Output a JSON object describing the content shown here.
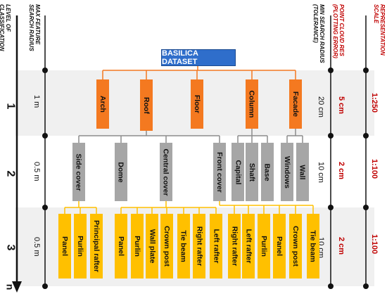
{
  "headers": {
    "level": "LEVEL OF CLASSIFICATION",
    "max_radius": "MAX FEATURE SEARCH RADIUS",
    "min_radius": "MIN SEARCH RADIUS (TOLERANCE)",
    "point_cloud": "POINT CLOUD RES (PLOTTING ERROR)",
    "scale": "REPRESENTATION SCALE"
  },
  "root": "BASILICA DATASET",
  "levels": [
    {
      "number": "1",
      "max_radius": "1 m",
      "min_radius": "20 cm",
      "point_cloud": "5 cm",
      "scale": "1:250"
    },
    {
      "number": "2",
      "max_radius": "0.5 m",
      "min_radius": "10 cm",
      "point_cloud": "2 cm",
      "scale": "1:100"
    },
    {
      "number": "3",
      "max_radius": "0.5 m",
      "min_radius": "10 cm",
      "point_cloud": "2 cm",
      "scale": "1:100"
    }
  ],
  "level_n": "n",
  "level1_nodes": [
    "Arch",
    "Roof",
    "Floor",
    "Column",
    "Facade"
  ],
  "level2_nodes": [
    "Side cover",
    "Dome",
    "Central cover",
    "Front cover",
    "Capital",
    "Shaft",
    "Base",
    "Windows",
    "Wall"
  ],
  "level3_nodes": [
    "Panel",
    "Purlin",
    "Principal rafter",
    "Panel",
    "Purlin",
    "Wall plate",
    "Crown post",
    "Tie beam",
    "Right rafter",
    "Left rafter",
    "Right rafter",
    "Left rafter",
    "Purlin",
    "Panel",
    "Crown post",
    "Tie beam"
  ],
  "colors": {
    "level1": "#f47920",
    "level2": "#a6a6a6",
    "level3": "#ffc000",
    "root": "#2f6ecb",
    "accent": "#c00000"
  }
}
